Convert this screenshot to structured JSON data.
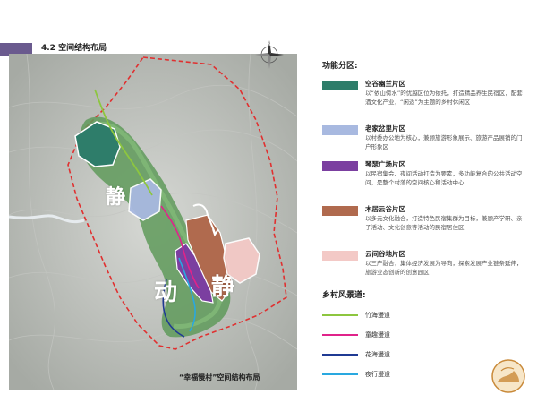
{
  "header": {
    "title": "4.2 空间结构布局"
  },
  "map": {
    "caption": "“幸福慢村”空间结构布局",
    "labels": {
      "jing_north": "静",
      "dong": "动",
      "jing_east": "静"
    }
  },
  "legend": {
    "functional_zones_heading": "功能分区:",
    "zones": [
      {
        "title": "空谷幽兰片区",
        "description": "以“依山傍水”的优越区位为依托，打造精品养生民宿区，配套酒文化产业，“闲适”为主题的乡村休闲区",
        "color": "#2e7d6a"
      },
      {
        "title": "老家岔里片区",
        "description": "以村委办公地为核心，兼顾旅游形象展示、旅游产品展销的门户形象区",
        "color": "#a8b9e0"
      },
      {
        "title": "琴瑟广场片区",
        "description": "以民宿集会、夜间活动打造为要素，多功能复合的公共活动空间，是整个村落的空间核心和活动中心",
        "color": "#7b3fa0"
      },
      {
        "title": "木居云谷片区",
        "description": "以多元文化融合，打造特色民宿集群为目标，兼顾产学研、亲子活动、文化创意等活动的民宿居住区",
        "color": "#b06a4e"
      },
      {
        "title": "云间谷地片区",
        "description": "以三产融合，集体经济发展为导向，探索发展产业链条延伸，旅游业态创新的创意园区",
        "color": "#f3c9c6"
      }
    ],
    "routes_heading": "乡村风景道:",
    "routes": [
      {
        "label": "竹海漫道",
        "color": "#8dc63f"
      },
      {
        "label": "童趣漫道",
        "color": "#e0238a"
      },
      {
        "label": "花海漫道",
        "color": "#1f3a93"
      },
      {
        "label": "夜行漫道",
        "color": "#29a8e0"
      }
    ]
  },
  "icons": {
    "compass": "north-arrow-compass",
    "seal": "logo-seal"
  }
}
